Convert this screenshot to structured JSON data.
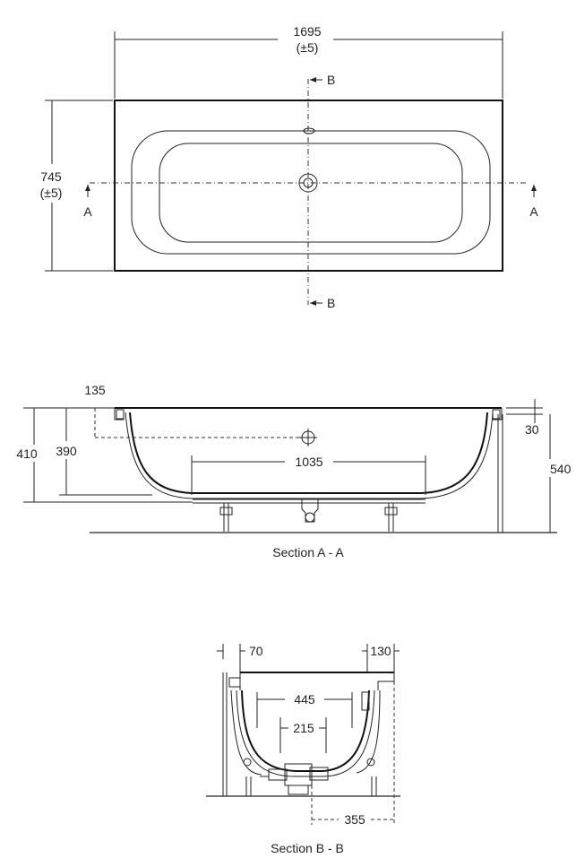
{
  "plan": {
    "length": "1695",
    "length_tol": "(±5)",
    "width": "745",
    "width_tol": "(±5)",
    "section_a": "A",
    "section_b": "B"
  },
  "section_aa": {
    "dim_135": "135",
    "dim_410": "410",
    "dim_390": "390",
    "dim_1035": "1035",
    "dim_30": "30",
    "dim_540": "540",
    "caption": "Section A - A"
  },
  "section_bb": {
    "dim_70": "70",
    "dim_130": "130",
    "dim_445": "445",
    "dim_215": "215",
    "dim_355": "355",
    "caption": "Section B - B"
  }
}
